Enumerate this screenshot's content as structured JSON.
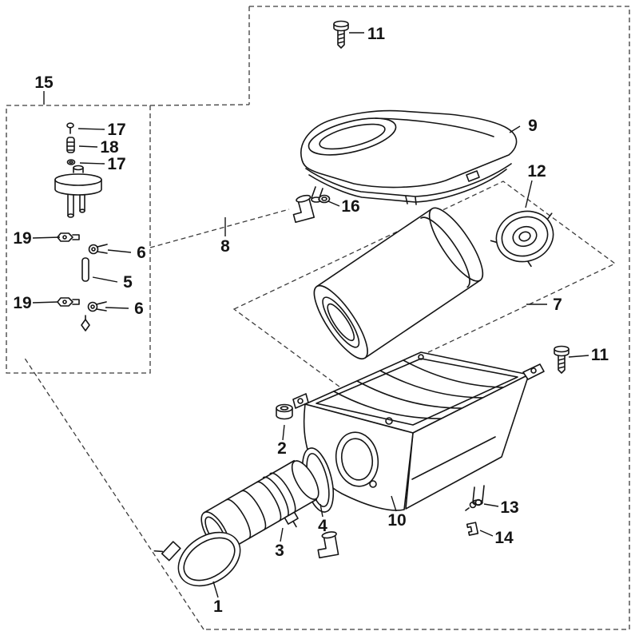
{
  "diagram": {
    "colors": {
      "line": "#151515",
      "dash": "#3c3c3c",
      "background": "#ffffff"
    },
    "callouts": [
      {
        "text": "11"
      },
      {
        "text": "15"
      },
      {
        "text": "17"
      },
      {
        "text": "18"
      },
      {
        "text": "17"
      },
      {
        "text": "9"
      },
      {
        "text": "12"
      },
      {
        "text": "16"
      },
      {
        "text": "19"
      },
      {
        "text": "6"
      },
      {
        "text": "8"
      },
      {
        "text": "5"
      },
      {
        "text": "19"
      },
      {
        "text": "6"
      },
      {
        "text": "7"
      },
      {
        "text": "11"
      },
      {
        "text": "2"
      },
      {
        "text": "13"
      },
      {
        "text": "10"
      },
      {
        "text": "14"
      },
      {
        "text": "4"
      },
      {
        "text": "3"
      },
      {
        "text": "1"
      }
    ]
  }
}
